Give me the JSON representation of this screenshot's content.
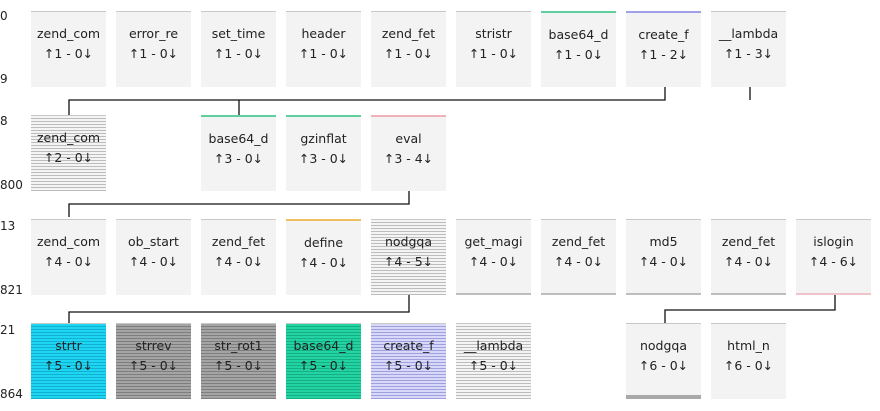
{
  "rows": [
    {
      "label_top": "0",
      "label_bottom": "9",
      "tiles": [
        {
          "name": "zend_com",
          "counts": "↑1 - 0↓",
          "accent": ""
        },
        {
          "name": "error_re",
          "counts": "↑1 - 0↓",
          "accent": ""
        },
        {
          "name": "set_time",
          "counts": "↑1 - 0↓",
          "accent": ""
        },
        {
          "name": "header",
          "counts": "↑1 - 0↓",
          "accent": ""
        },
        {
          "name": "zend_fet",
          "counts": "↑1 - 0↓",
          "accent": ""
        },
        {
          "name": "stristr",
          "counts": "↑1 - 0↓",
          "accent": ""
        },
        {
          "name": "base64_d",
          "counts": "↑1 - 0↓",
          "accent": "#5fcf9f"
        },
        {
          "name": "create_f",
          "counts": "↑1 - 2↓",
          "accent": "#a0a0e8"
        },
        {
          "name": "__lambda",
          "counts": "↑1 - 3↓",
          "accent": ""
        }
      ]
    },
    {
      "label_top": "8",
      "label_bottom": "800",
      "tiles": [
        {
          "name": "zend_com",
          "counts": "↑2 - 0↓",
          "accent": ""
        },
        {
          "name": "base64_d",
          "counts": "↑3 - 0↓",
          "accent": "#5fcf9f"
        },
        {
          "name": "gzinflat",
          "counts": "↑3 - 0↓",
          "accent": ""
        },
        {
          "name": "eval",
          "counts": "↑3 - 4↓",
          "accent": "#f0b0b8"
        }
      ]
    },
    {
      "label_top": "13",
      "label_bottom": "821",
      "tiles": [
        {
          "name": "zend_com",
          "counts": "↑4 - 0↓",
          "accent": ""
        },
        {
          "name": "ob_start",
          "counts": "↑4 - 0↓",
          "accent": ""
        },
        {
          "name": "zend_fet",
          "counts": "↑4 - 0↓",
          "accent": ""
        },
        {
          "name": "define",
          "counts": "↑4 - 0↓",
          "accent": "#f0c060"
        },
        {
          "name": "nodgqa",
          "counts": "↑4 - 5↓",
          "accent": ""
        },
        {
          "name": "get_magi",
          "counts": "↑4 - 0↓",
          "accent": ""
        },
        {
          "name": "zend_fet",
          "counts": "↑4 - 0↓",
          "accent": ""
        },
        {
          "name": "md5",
          "counts": "↑4 - 0↓",
          "accent": ""
        },
        {
          "name": "zend_fet",
          "counts": "↑4 - 0↓",
          "accent": ""
        },
        {
          "name": "islogin",
          "counts": "↑4 - 6↓",
          "accent": ""
        }
      ]
    },
    {
      "label_top": "21",
      "label_bottom": "864",
      "tiles": [
        {
          "name": "strtr",
          "counts": "↑5 - 0↓",
          "accent": ""
        },
        {
          "name": "strrev",
          "counts": "↑5 - 0↓",
          "accent": ""
        },
        {
          "name": "str_rot1",
          "counts": "↑5 - 0↓",
          "accent": ""
        },
        {
          "name": "base64_d",
          "counts": "↑5 - 0↓",
          "accent": ""
        },
        {
          "name": "create_f",
          "counts": "↑5 - 0↓",
          "accent": ""
        },
        {
          "name": "__lambda",
          "counts": "↑5 - 0↓",
          "accent": ""
        },
        {
          "name": "nodgqa",
          "counts": "↑6 - 0↓",
          "accent": ""
        },
        {
          "name": "html_n",
          "counts": "↑6 - 0↓",
          "accent": ""
        }
      ]
    }
  ]
}
